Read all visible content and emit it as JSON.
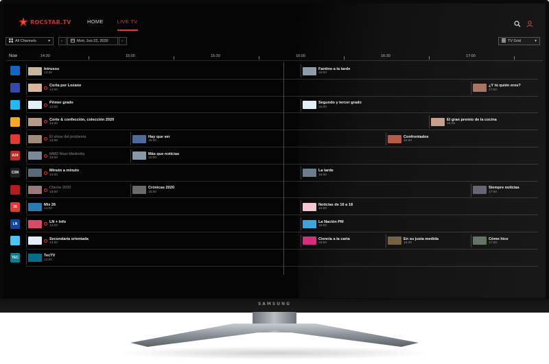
{
  "app": {
    "logo_text": "ROCSTAR.TV",
    "brand": "SAMSUNG"
  },
  "nav": {
    "home": "HOME",
    "live_tv": "LIVE TV"
  },
  "controls": {
    "channels": "All Channels",
    "date": "Mon, Jun 22, 2020",
    "view": "TV Grid"
  },
  "guide": {
    "now_label": "Now",
    "ticks": [
      "14:30",
      "15:00",
      "15:30",
      "16:00",
      "16:30",
      "17:00"
    ],
    "rows": [
      {
        "channel": "ch1",
        "logo_color": "#1565c0",
        "programs": [
          {
            "title": "Intrusos",
            "time": "13:30",
            "start": 0,
            "end": 400,
            "thumb": "#c6b7a0",
            "rec": false,
            "dim": false
          },
          {
            "title": "Fantino a la tarde",
            "time": "16:00",
            "start": 400,
            "end": 746,
            "thumb": "#8d9aa8",
            "rec": false,
            "dim": false
          }
        ]
      },
      {
        "channel": "ch2",
        "logo_color": "#3949ab",
        "programs": [
          {
            "title": "Corta por Lozano",
            "time": "14:00",
            "start": 0,
            "end": 648,
            "thumb": "#d7b6a0",
            "rec": true,
            "dim": false
          },
          {
            "title": "¿Y tú quién eres?",
            "time": "17:00",
            "start": 648,
            "end": 746,
            "thumb": "#a06a5a",
            "rec": false,
            "dim": false
          }
        ]
      },
      {
        "channel": "ch3",
        "logo_color": "#29b6f6",
        "programs": [
          {
            "title": "Primer grado",
            "time": "14:00",
            "start": 0,
            "end": 400,
            "thumb": "#e3eef8",
            "rec": true,
            "dim": false
          },
          {
            "title": "Segundo y tercer grado",
            "time": "16:00",
            "start": 400,
            "end": 746,
            "thumb": "#e3eef8",
            "rec": false,
            "dim": false
          }
        ]
      },
      {
        "channel": "ch4",
        "logo_color": "#f9a825",
        "programs": [
          {
            "title": "Corte & confección, colección 2020",
            "time": "14:30",
            "start": 0,
            "end": 587,
            "thumb": "#b59a8a",
            "rec": true,
            "dim": false
          },
          {
            "title": "El gran premio de la cocina",
            "time": "16:45",
            "start": 587,
            "end": 746,
            "thumb": "#c29a86",
            "rec": false,
            "dim": false
          }
        ]
      },
      {
        "channel": "ch5",
        "logo_color": "#e53935",
        "programs": [
          {
            "title": "El show del problema",
            "time": "13:30",
            "start": 0,
            "end": 152,
            "thumb": "#a08a7a",
            "rec": true,
            "dim": true
          },
          {
            "title": "Hay que ver",
            "time": "15:00",
            "start": 152,
            "end": 524,
            "thumb": "#4c6a9a",
            "rec": false,
            "dim": false
          },
          {
            "title": "Confrontados",
            "time": "16:30",
            "start": 524,
            "end": 746,
            "thumb": "#b0503a",
            "rec": false,
            "dim": false
          }
        ]
      },
      {
        "channel": "ch6",
        "logo_color": "#c62828",
        "logo_text": "A24",
        "programs": [
          {
            "title": "MMD Maxi Mediodía",
            "time": "13:00",
            "start": 0,
            "end": 152,
            "thumb": "#7a8898",
            "rec": true,
            "dim": true
          },
          {
            "title": "Más que noticias",
            "time": "15:00",
            "start": 152,
            "end": 746,
            "thumb": "#8898a8",
            "rec": false,
            "dim": false
          }
        ]
      },
      {
        "channel": "ch7",
        "logo_color": "#212121",
        "logo_text": "CSN",
        "programs": [
          {
            "title": "Minuto a minuto",
            "time": "14:00",
            "start": 0,
            "end": 400,
            "thumb": "#5a6a7a",
            "rec": true,
            "dim": false
          },
          {
            "title": "La tarde",
            "time": "16:00",
            "start": 400,
            "end": 746,
            "thumb": "#6a7a8a",
            "rec": false,
            "dim": false
          }
        ]
      },
      {
        "channel": "ch8",
        "logo_color": "#b71c1c",
        "programs": [
          {
            "title": "Chiche 2020",
            "time": "13:00",
            "start": 0,
            "end": 152,
            "thumb": "#9a7a7a",
            "rec": true,
            "dim": true
          },
          {
            "title": "Crónicas 2020",
            "time": "15:00",
            "start": 152,
            "end": 648,
            "thumb": "#6a6a6a",
            "rec": false,
            "dim": false
          },
          {
            "title": "Siempre noticias",
            "time": "17:00",
            "start": 648,
            "end": 746,
            "thumb": "#5a5a6a",
            "rec": false,
            "dim": false
          }
        ]
      },
      {
        "channel": "ch9",
        "logo_color": "#e53935",
        "logo_text": "26",
        "programs": [
          {
            "title": "Mix 26",
            "time": "14:00",
            "start": 0,
            "end": 400,
            "thumb": "#2a7ab0",
            "rec": false,
            "dim": false
          },
          {
            "title": "Noticias de 16 a 18",
            "time": "16:00",
            "start": 400,
            "end": 746,
            "thumb": "#f4c6d0",
            "rec": false,
            "dim": false
          }
        ]
      },
      {
        "channel": "ch10",
        "logo_color": "#0d47a1",
        "logo_text": "LN",
        "programs": [
          {
            "title": "LN + Info",
            "time": "14:00",
            "start": 0,
            "end": 400,
            "thumb": "#d84a6a",
            "rec": true,
            "dim": false
          },
          {
            "title": "La Nación PM",
            "time": "16:00",
            "start": 400,
            "end": 746,
            "thumb": "#3aa0d8",
            "rec": false,
            "dim": false
          }
        ]
      },
      {
        "channel": "ch11",
        "logo_color": "#4fc3f7",
        "programs": [
          {
            "title": "Secundaria orientada",
            "time": "14:00",
            "start": 0,
            "end": 400,
            "thumb": "#e3eef8",
            "rec": true,
            "dim": false
          },
          {
            "title": "Ciencia a la carta",
            "time": "16:00",
            "start": 400,
            "end": 524,
            "thumb": "#d02a7a",
            "rec": false,
            "dim": false
          },
          {
            "title": "En su justa medida",
            "time": "16:30",
            "start": 524,
            "end": 648,
            "thumb": "#6a5a3a",
            "rec": false,
            "dim": false
          },
          {
            "title": "Cómo hice",
            "time": "17:00",
            "start": 648,
            "end": 746,
            "thumb": "#5a6a5a",
            "rec": false,
            "dim": false
          }
        ]
      },
      {
        "channel": "ch12",
        "logo_color": "#00838f",
        "logo_text": "TEC",
        "programs": [
          {
            "title": "TecTV",
            "time": "12:00",
            "start": 0,
            "end": 746,
            "thumb": "#0a6a8a",
            "rec": false,
            "dim": false
          }
        ]
      }
    ]
  }
}
